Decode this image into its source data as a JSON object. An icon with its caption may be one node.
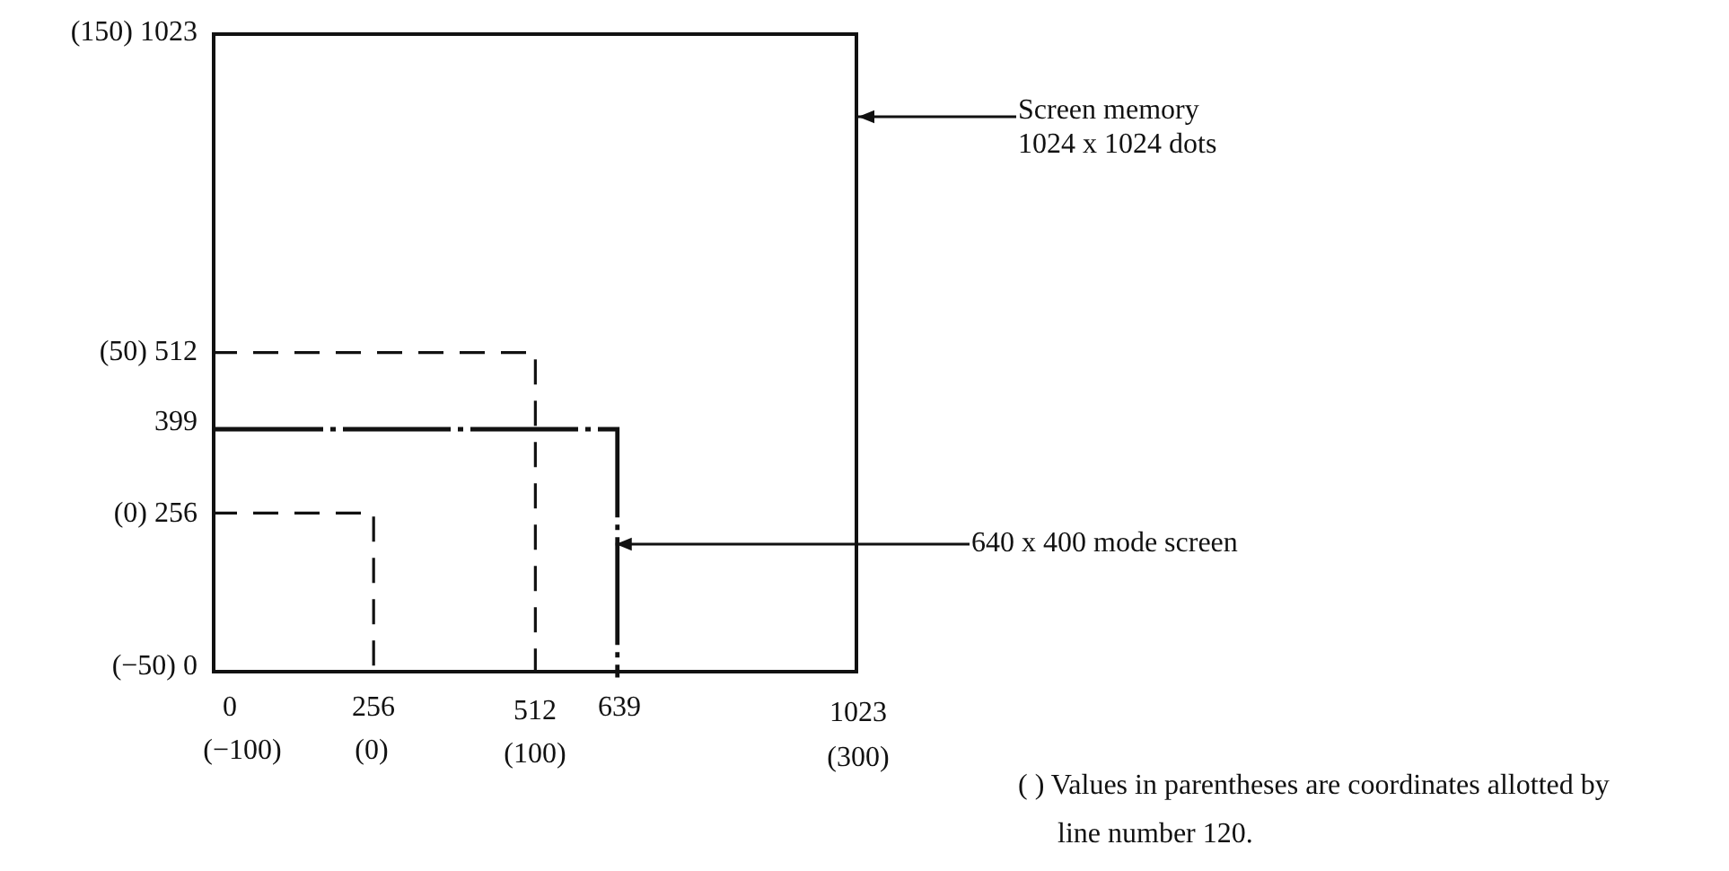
{
  "diagram": {
    "nodes": [
      {
        "text": [],
        "shape": "box"
      },
      {
        "text": [
          "Screen memory 1024 x 1024 dots"
        ]
      },
      {
        "text": [],
        "shape": "box",
        "in": 0
      },
      {
        "text": [
          "640 x 400 mode screen"
        ]
      }
    ],
    "edges": [
      {
        "from": 1,
        "to": 0,
        "arrow": "to"
      },
      {
        "from": 3,
        "to": 2,
        "arrow": "to"
      }
    ],
    "labels": [
      "(150) 1023",
      "(50) 512",
      "399",
      "(0) 256",
      "(−50) 0",
      "0",
      "256",
      "512",
      "639",
      "1023",
      "(−100)",
      "(0)",
      "(100)",
      "(300)",
      "( ) Values in parentheses are coordinates allotted by line number 120."
    ]
  }
}
